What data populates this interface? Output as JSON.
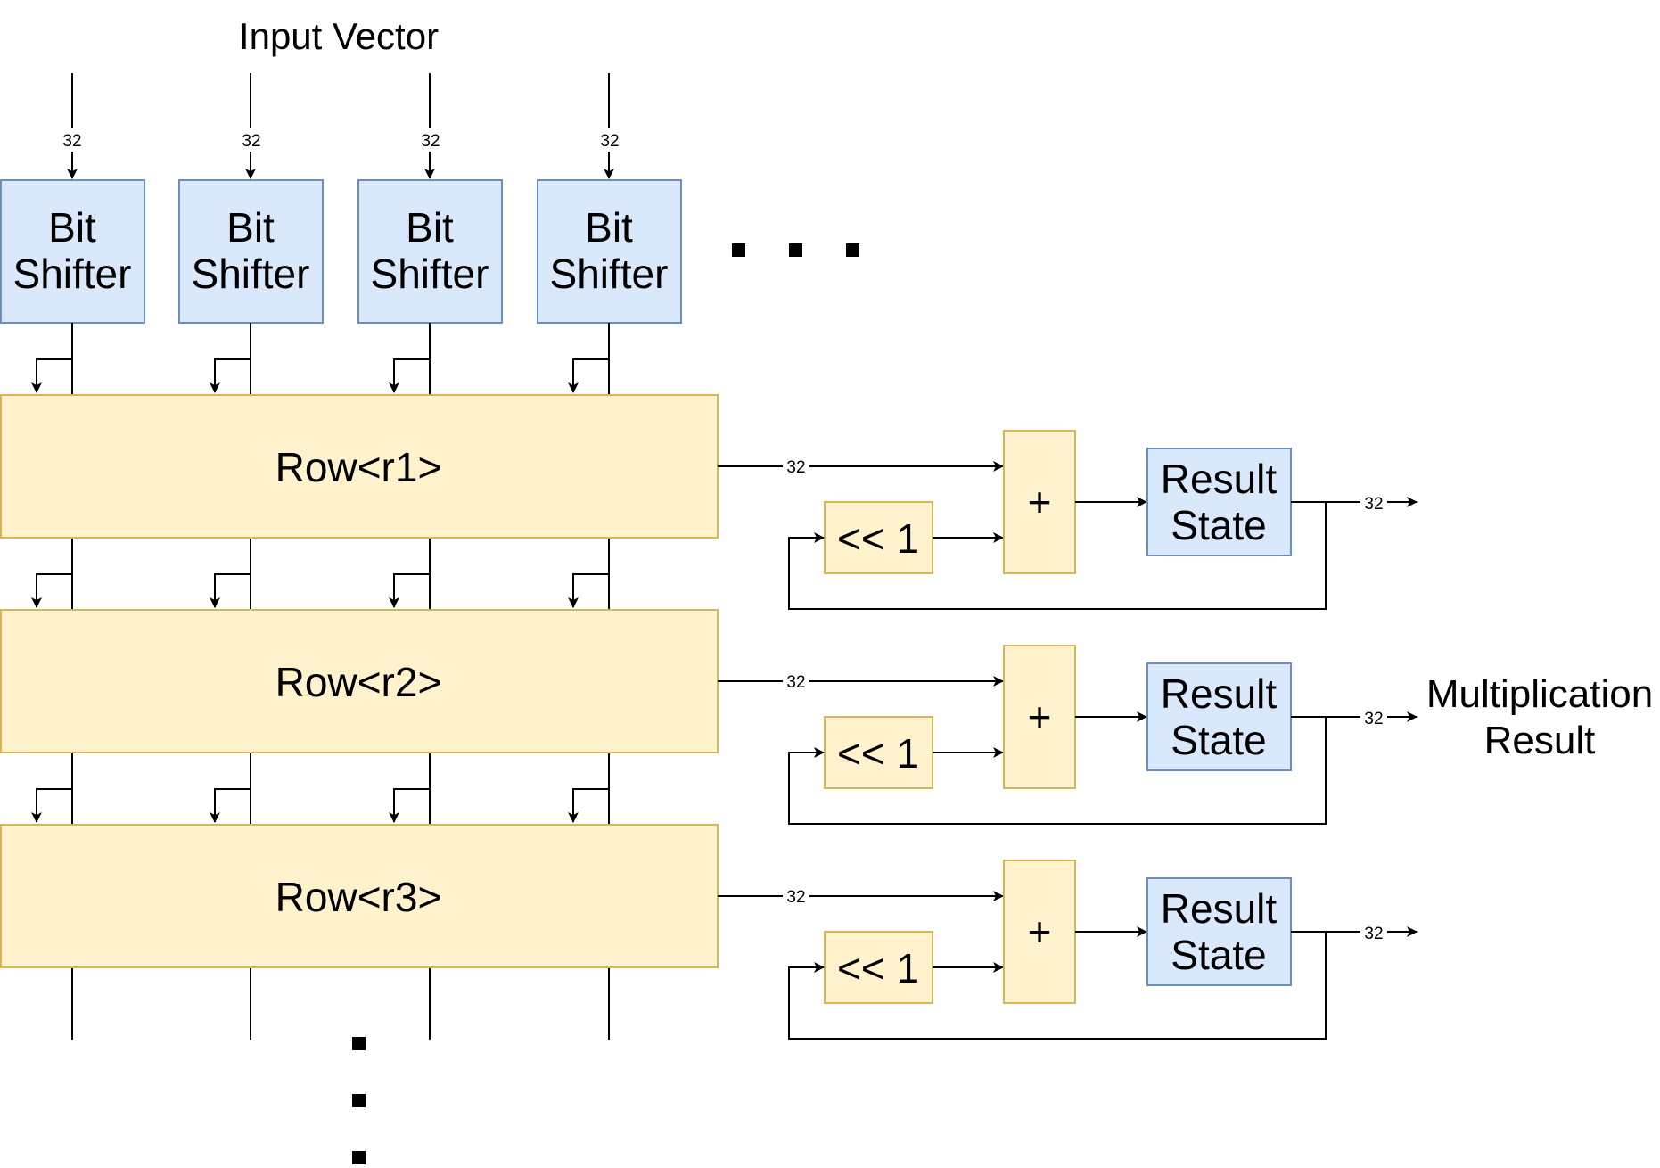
{
  "diagram": {
    "input_label": "Input Vector",
    "output_label": [
      "Multiplication",
      "Result"
    ],
    "wire_width_label": "32",
    "bit_shifters": [
      {
        "lines": [
          "Bit",
          "Shifter"
        ]
      },
      {
        "lines": [
          "Bit",
          "Shifter"
        ]
      },
      {
        "lines": [
          "Bit",
          "Shifter"
        ]
      },
      {
        "lines": [
          "Bit",
          "Shifter"
        ]
      }
    ],
    "rows": [
      {
        "label": "Row<r1>",
        "shift_label": "<< 1",
        "adder_label": "+",
        "state_lines": [
          "Result",
          "State"
        ]
      },
      {
        "label": "Row<r2>",
        "shift_label": "<< 1",
        "adder_label": "+",
        "state_lines": [
          "Result",
          "State"
        ]
      },
      {
        "label": "Row<r3>",
        "shift_label": "<< 1",
        "adder_label": "+",
        "state_lines": [
          "Result",
          "State"
        ]
      }
    ]
  }
}
